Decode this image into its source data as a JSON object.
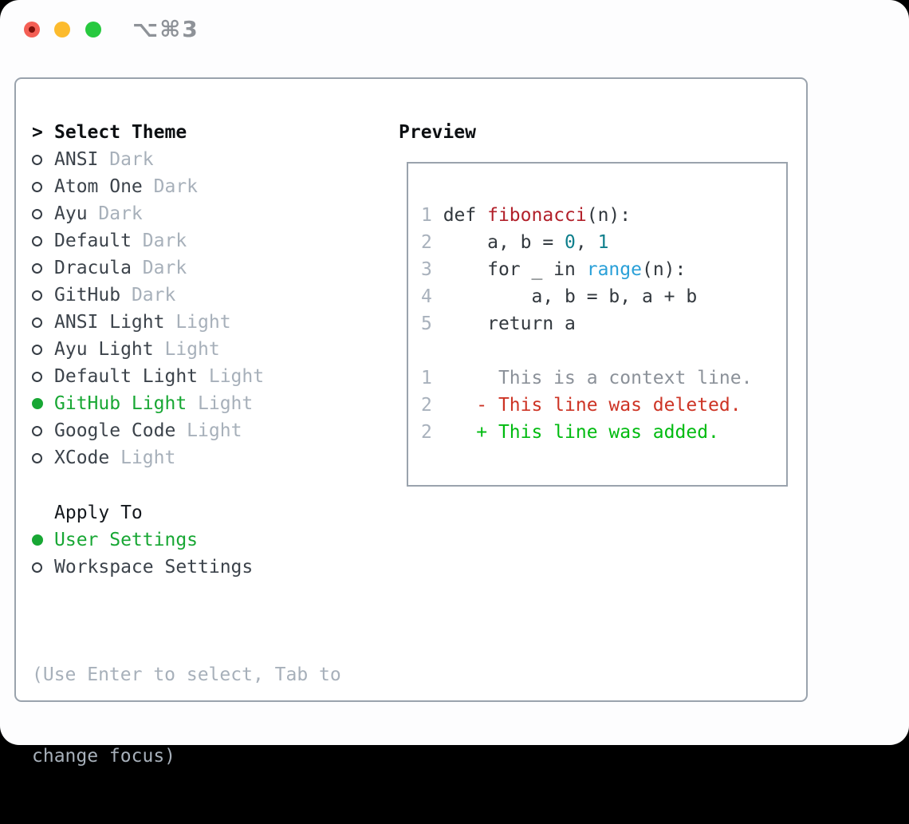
{
  "window": {
    "shortcut_label": "⌥⌘3",
    "traffic_lights": [
      "close",
      "minimize",
      "zoom"
    ]
  },
  "theme_picker": {
    "title_prefix": ">",
    "title": "Select Theme",
    "items": [
      {
        "name": "ANSI",
        "variant": "Dark",
        "selected": false
      },
      {
        "name": "Atom One",
        "variant": "Dark",
        "selected": false
      },
      {
        "name": "Ayu",
        "variant": "Dark",
        "selected": false
      },
      {
        "name": "Default",
        "variant": "Dark",
        "selected": false
      },
      {
        "name": "Dracula",
        "variant": "Dark",
        "selected": false
      },
      {
        "name": "GitHub",
        "variant": "Dark",
        "selected": false
      },
      {
        "name": "ANSI Light",
        "variant": "Light",
        "selected": false
      },
      {
        "name": "Ayu Light",
        "variant": "Light",
        "selected": false
      },
      {
        "name": "Default Light",
        "variant": "Light",
        "selected": false
      },
      {
        "name": "GitHub Light",
        "variant": "Light",
        "selected": true
      },
      {
        "name": "Google Code",
        "variant": "Light",
        "selected": false
      },
      {
        "name": "XCode",
        "variant": "Light",
        "selected": false
      }
    ]
  },
  "apply_to": {
    "title": "Apply To",
    "options": [
      {
        "label": "User Settings",
        "selected": true
      },
      {
        "label": "Workspace Settings",
        "selected": false
      }
    ]
  },
  "hint": {
    "line1": "(Use Enter to select, Tab to",
    "line2": "change focus)"
  },
  "preview": {
    "title": "Preview",
    "code_lines": [
      [
        [
          "num",
          "1"
        ],
        [
          "plain",
          " def "
        ],
        [
          "kw",
          "fibonacci"
        ],
        [
          "plain",
          "(n):"
        ]
      ],
      [
        [
          "num",
          "2"
        ],
        [
          "plain",
          "     a, b = "
        ],
        [
          "lit",
          "0"
        ],
        [
          "plain",
          ", "
        ],
        [
          "lit",
          "1"
        ]
      ],
      [
        [
          "num",
          "3"
        ],
        [
          "plain",
          "     for _ in "
        ],
        [
          "fn",
          "range"
        ],
        [
          "plain",
          "(n):"
        ]
      ],
      [
        [
          "num",
          "4"
        ],
        [
          "plain",
          "         a, b = b, a + b"
        ]
      ],
      [
        [
          "num",
          "5"
        ],
        [
          "plain",
          "     return a"
        ]
      ],
      [],
      [
        [
          "num",
          "1"
        ],
        [
          "ctx",
          "      This is a context line."
        ]
      ],
      [
        [
          "num",
          "2"
        ],
        [
          "plain",
          "    "
        ],
        [
          "del",
          "- This line was deleted."
        ]
      ],
      [
        [
          "num",
          "2"
        ],
        [
          "plain",
          "    "
        ],
        [
          "add",
          "+ This line was added."
        ]
      ]
    ]
  },
  "colors": {
    "selection_green": "#18a734",
    "added_green": "#00bb10",
    "deleted_red": "#cd3425",
    "keyword_red": "#b2202a",
    "builtin_blue": "#2aa0d8",
    "literal_teal": "#0f7f8c",
    "line_number_gray": "#a8b1bc",
    "context_gray": "#8b9199",
    "muted_gray": "#a7b0ba",
    "text_dark": "#32383e",
    "border_gray": "#9aa3ad"
  }
}
